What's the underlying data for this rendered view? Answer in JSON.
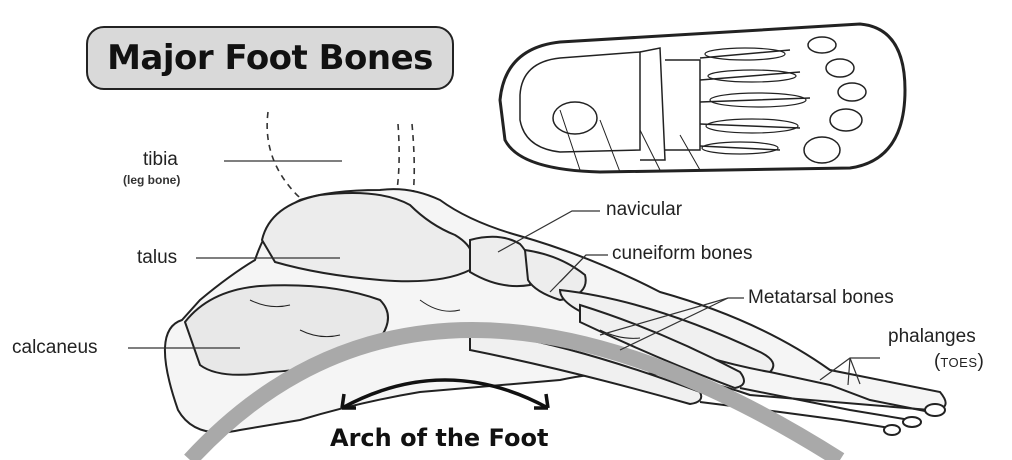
{
  "title": "Major Foot Bones",
  "labels": {
    "tibia": "tibia",
    "tibia_note": "(leg bone)",
    "talus": "talus",
    "calcaneus": "calcaneus",
    "navicular": "navicular",
    "cuneiform": "cuneiform bones",
    "metatarsal": "Metatarsal bones",
    "phalanges": "phalanges",
    "toes_open": "(",
    "toes": "TOES",
    "toes_close": ")"
  },
  "arch_label": "Arch of the Foot",
  "colors": {
    "title_bg": "#d9d9d9",
    "arch": "#a9a9a9",
    "ink": "#222222"
  }
}
